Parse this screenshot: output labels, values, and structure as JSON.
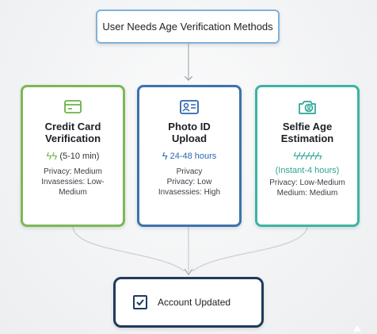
{
  "colors": {
    "green": "#7ab955",
    "blue": "#3c73ad",
    "teal": "#3cb4a4",
    "navy": "#1f3a5c",
    "light_blue": "#7fb2dd",
    "connector": "#c8ccd0"
  },
  "start": {
    "label": "User Needs Age Verification Methods"
  },
  "methods": [
    {
      "icon": "credit-card-icon",
      "title_line1": "Credit Card",
      "title_line2": "Verification",
      "bolts": "ϟϟ",
      "time": "(5-10 min)",
      "details_line1": "Privacy: Medium",
      "details_line2": "Invasessies: Low-",
      "details_line3": "Medium"
    },
    {
      "icon": "id-card-icon",
      "title_line1": "Photo ID",
      "title_line2": "Upload",
      "bolts": "ϟ",
      "time": "24-48 hours",
      "details_line1": "Privacy",
      "details_line2": "Privacy: Low",
      "details_line3": "Invasessies: High"
    },
    {
      "icon": "camera-face-icon",
      "title_line1": "Selfie Age",
      "title_line2": "Estimation",
      "bolts": "ϟϟϟϟϟϟ",
      "sub": "(Instant-4 hours)",
      "details_line1": "Privacy: Low-Medium",
      "details_line2": "Medium: Medium"
    }
  ],
  "end": {
    "icon": "checkbox-icon",
    "label": "Account Updated"
  }
}
